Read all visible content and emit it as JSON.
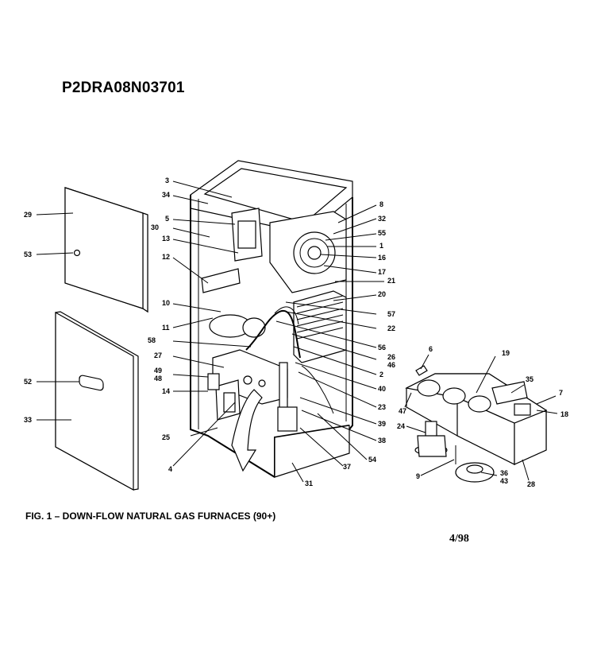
{
  "header": {
    "model_number": "P2DRA08N03701"
  },
  "caption": {
    "text": "FIG. 1 – DOWN-FLOW NATURAL GAS FURNACES (90+)"
  },
  "footer": {
    "date": "4/98"
  },
  "callouts": {
    "c29": "29",
    "c53": "53",
    "c52": "52",
    "c33": "33",
    "c3": "3",
    "c34": "34",
    "c5": "5",
    "c30": "30",
    "c13": "13",
    "c12": "12",
    "c10": "10",
    "c11": "11",
    "c58": "58",
    "c27": "27",
    "c49": "49",
    "c48": "48",
    "c14": "14",
    "c25": "25",
    "c4": "4",
    "c8": "8",
    "c32": "32",
    "c55": "55",
    "c1": "1",
    "c16": "16",
    "c17": "17",
    "c21": "21",
    "c20": "20",
    "c57": "57",
    "c22": "22",
    "c56": "56",
    "c26": "26",
    "c46": "46",
    "c2": "2",
    "c40": "40",
    "c23": "23",
    "c39": "39",
    "c38": "38",
    "c54": "54",
    "c37": "37",
    "c31": "31",
    "c6": "6",
    "c19": "19",
    "c35": "35",
    "c7": "7",
    "c47": "47",
    "c18": "18",
    "c24": "24",
    "c9": "9",
    "c36": "36",
    "c43": "43",
    "c28": "28"
  }
}
